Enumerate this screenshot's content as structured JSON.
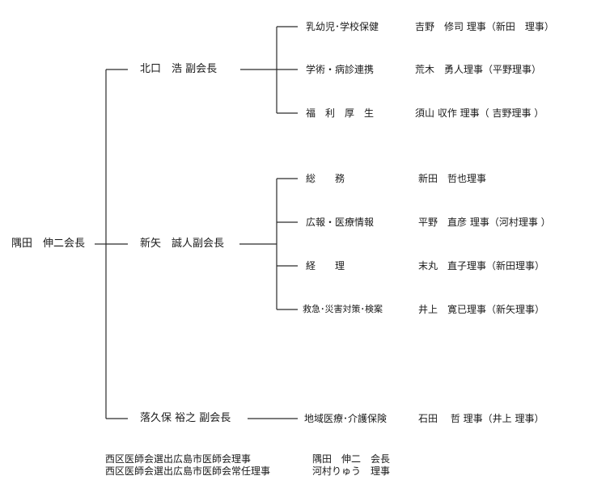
{
  "president": "隅田　伸二会長",
  "vice_presidents": [
    {
      "name": "北口　浩 副会長",
      "departments": [
        {
          "name": "乳幼児･学校保健",
          "director": "吉野　修司 理事（新田　理事）"
        },
        {
          "name": "学術・病診連携",
          "director": "荒木　勇人理事（平野理事）"
        },
        {
          "name": "福　利　厚　生",
          "director": "須山 収作 理事（ 吉野理事 ）"
        }
      ]
    },
    {
      "name": "新矢　誠人副会長",
      "departments": [
        {
          "name": "総　　務",
          "director": "新田　哲也理事"
        },
        {
          "name": "広報・医療情報",
          "director": "平野　直彦 理事（河村理事 ）"
        },
        {
          "name": "経　　理",
          "director": "末丸　直子理事（新田理事）"
        },
        {
          "name": "救急･災害対策･検案",
          "director": "井上　寛已理事（新矢理事）"
        }
      ]
    },
    {
      "name": "落久保 裕之 副会長",
      "departments": [
        {
          "name": "地域医療･介護保険",
          "director": "石田　 哲 理事（井上 理事）"
        }
      ]
    }
  ],
  "footer": [
    {
      "label": "西区医師会選出広島市医師会理事",
      "value": "隅田　伸二　会長"
    },
    {
      "label": "西区医師会選出広島市医師会常任理事",
      "value": "河村りゅう　理事"
    }
  ]
}
